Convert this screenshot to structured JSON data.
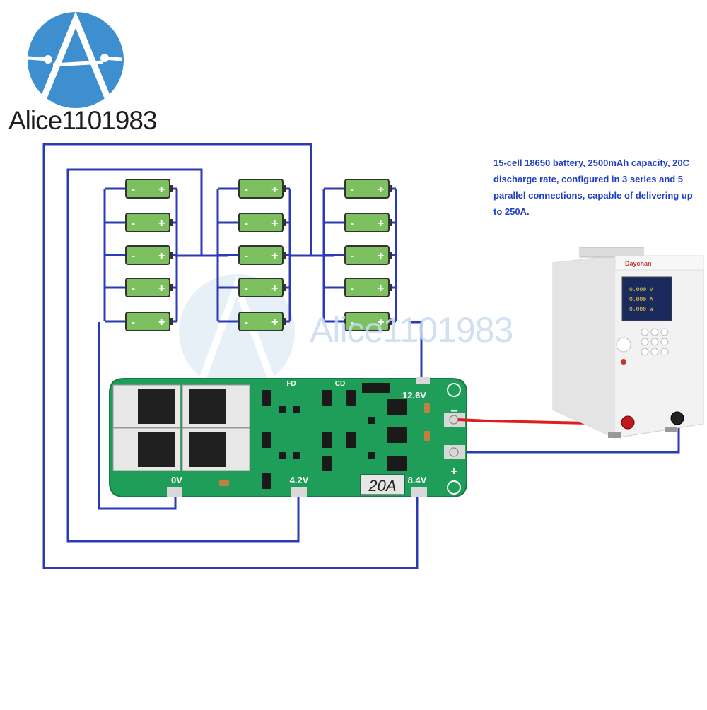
{
  "brand": {
    "name": "Alice1101983",
    "logo_icon": "circle-A-logo-icon",
    "color": "#3d8fd0"
  },
  "watermark": {
    "text": "Alice1101983",
    "color": "#c9dcf0"
  },
  "description": "15-cell 18650 battery, 2500mAh capacity, 20C discharge rate, configured in 3 series and 5 parallel connections, capable of delivering up to 250A.",
  "battery_pack": {
    "groups": 3,
    "cells_per_group": 5,
    "cell_negative_label": "-",
    "cell_positive_label": "+",
    "cell_color": "#7cc05f"
  },
  "bms_board": {
    "rating_label": "20A",
    "labels": {
      "zero": "0V",
      "v42": "4.2V",
      "v84": "8.4V",
      "v126": "12.6V",
      "fd": "FD",
      "cd": "CD"
    },
    "board_color": "#1f9e5a",
    "minus_symbol": "−",
    "plus_symbol": "+"
  },
  "load_device": {
    "brand_label": "Daychan",
    "display_lines": [
      "0.000 V",
      "0.000 A",
      "0.000 W"
    ]
  },
  "wire_colors": {
    "wire": "#2a3bb5",
    "positive": "#e01d1d"
  }
}
